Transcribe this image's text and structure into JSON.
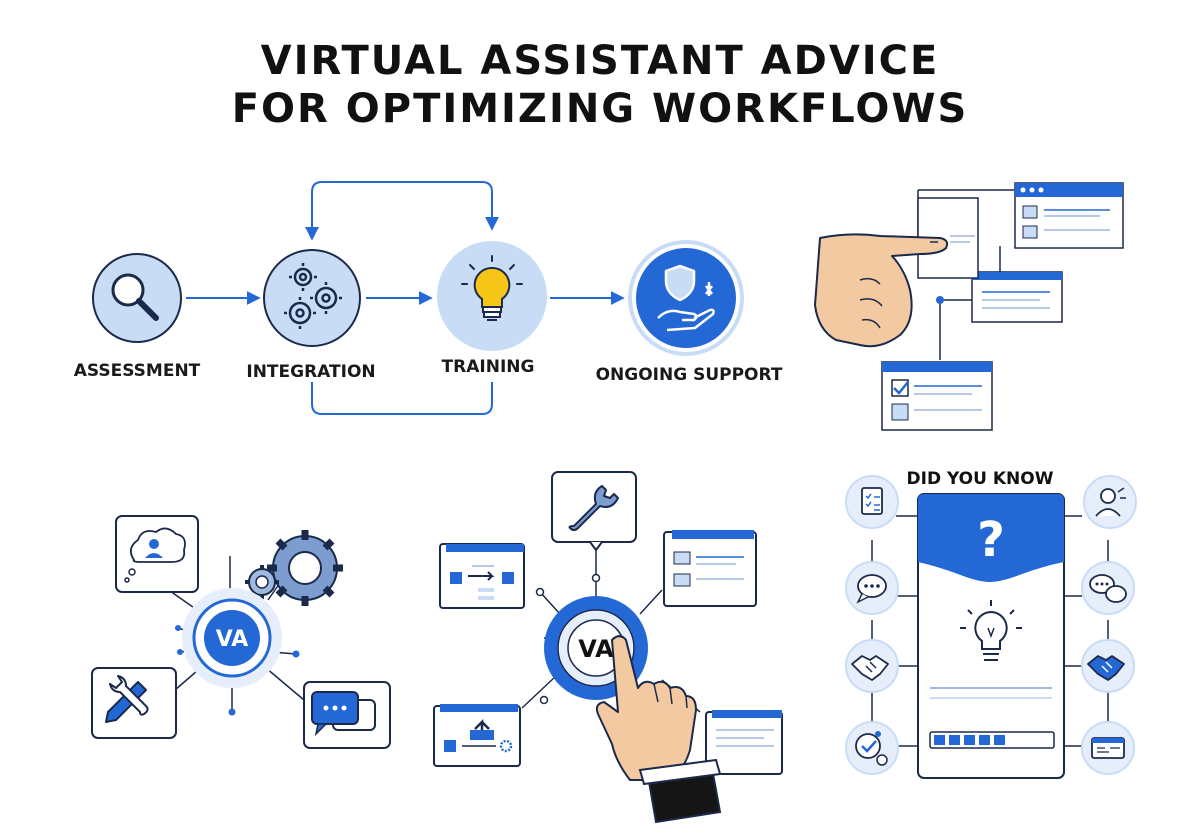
{
  "title": {
    "line1": "VIRTUAL ASSISTANT ADVICE",
    "line2": "FOR OPTIMIZING WORKFLOWS"
  },
  "workflow": {
    "steps": [
      {
        "label": "ASSESSMENT",
        "icon": "magnifier-icon"
      },
      {
        "label": "INTEGRATION",
        "icon": "gears-icon"
      },
      {
        "label": "TRAINING",
        "icon": "lightbulb-icon"
      },
      {
        "label": "ONGOING SUPPORT",
        "icon": "shield-hand-icon"
      }
    ]
  },
  "hubs": {
    "left_label": "VA",
    "center_label": "VA"
  },
  "did_you_know": {
    "label": "DID YOU KNOW",
    "question_mark": "?",
    "progress_segments": 5
  },
  "colors": {
    "accent_blue": "#2468d6",
    "light_blue": "#c9dcf5",
    "pale_blue": "#e7eefb",
    "bulb_yellow": "#f5c518",
    "skin": "#f2c9a0"
  }
}
